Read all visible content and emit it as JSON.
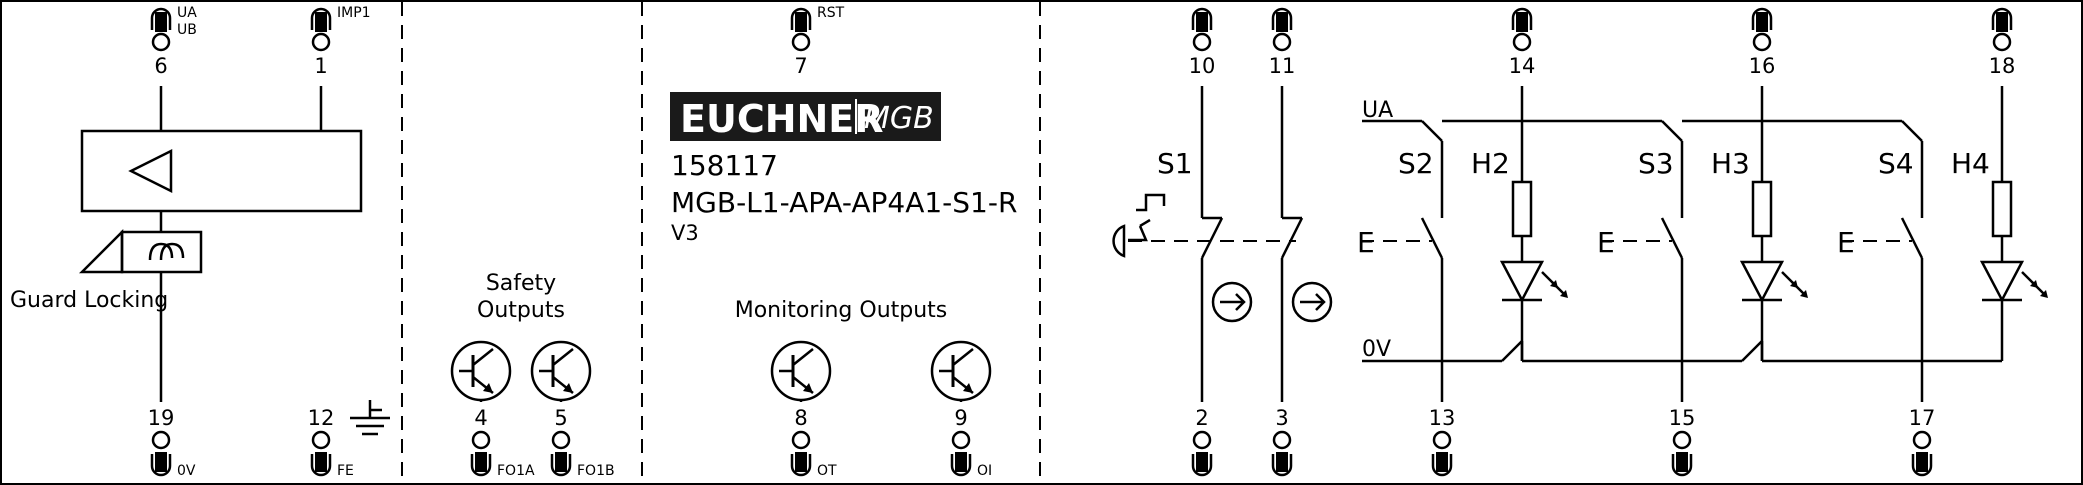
{
  "title": {
    "brand": "EUCHNER",
    "product": "MGB",
    "part_number": "158117",
    "model": "MGB-L1-APA-AP4A1-S1-R",
    "version": "V3"
  },
  "labels": {
    "guard_locking": "Guard Locking",
    "safety_outputs_1": "Safety",
    "safety_outputs_2": "Outputs",
    "monitoring_outputs": "Monitoring Outputs",
    "ua": "UA",
    "zero_v": "0V",
    "s1": "S1",
    "s2": "S2",
    "s3": "S3",
    "s4": "S4",
    "h2": "H2",
    "h3": "H3",
    "h4": "H4",
    "e": "E"
  },
  "top_terminals": [
    {
      "num": "6",
      "sig1": "UA",
      "sig2": "UB"
    },
    {
      "num": "1",
      "sig1": "IMP1"
    },
    {
      "num": "7",
      "sig1": "RST"
    },
    {
      "num": "10"
    },
    {
      "num": "11"
    },
    {
      "num": "14"
    },
    {
      "num": "16"
    },
    {
      "num": "18"
    }
  ],
  "bottom_terminals": [
    {
      "num": "19",
      "sig": "0V"
    },
    {
      "num": "12",
      "sig": "FE"
    },
    {
      "num": "4",
      "sig": "FO1A"
    },
    {
      "num": "5",
      "sig": "FO1B"
    },
    {
      "num": "8",
      "sig": "OT"
    },
    {
      "num": "9",
      "sig": "OI"
    },
    {
      "num": "2"
    },
    {
      "num": "3"
    },
    {
      "num": "13"
    },
    {
      "num": "15"
    },
    {
      "num": "17"
    }
  ]
}
